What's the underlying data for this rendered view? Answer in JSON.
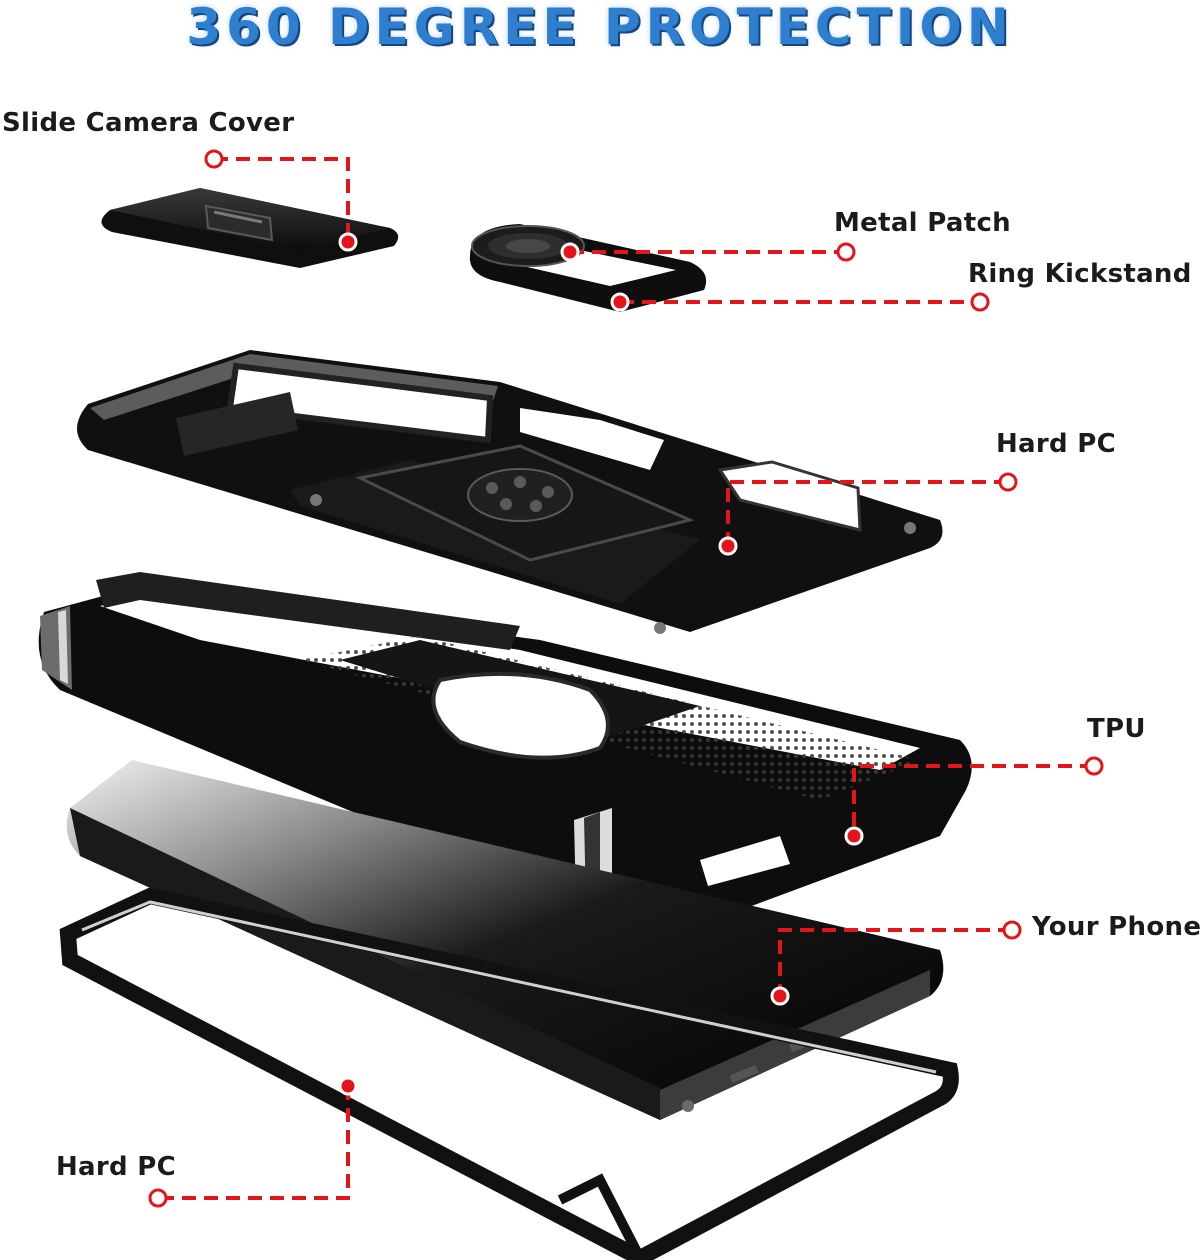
{
  "headline": "360 DEGREE PROTECTION",
  "colors": {
    "headline_blue": "#2f7fd0",
    "callout_red": "#e3151b",
    "part_black": "#121212"
  },
  "parts": [
    {
      "id": "slide-camera-cover",
      "label": "Slide Camera Cover"
    },
    {
      "id": "metal-patch",
      "label": "Metal Patch"
    },
    {
      "id": "ring-kickstand",
      "label": "Ring Kickstand"
    },
    {
      "id": "hard-pc-top",
      "label": "Hard PC"
    },
    {
      "id": "tpu",
      "label": "TPU"
    },
    {
      "id": "your-phone",
      "label": "Your Phone"
    },
    {
      "id": "hard-pc-bottom",
      "label": "Hard PC"
    }
  ]
}
